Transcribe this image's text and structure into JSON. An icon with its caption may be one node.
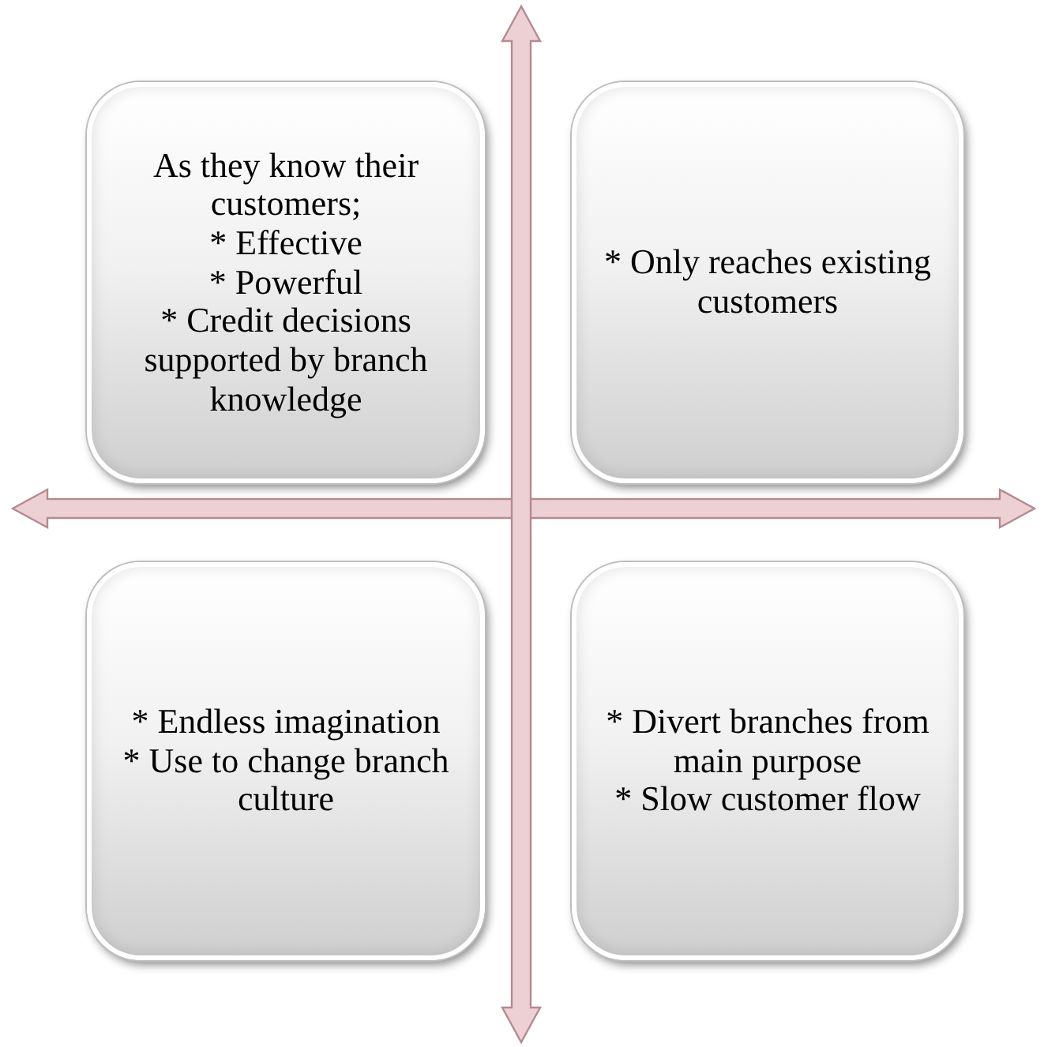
{
  "diagram": {
    "nodes": [
      {
        "text": [
          "As they know their customers;",
          "* Effective",
          "* Powerful",
          "* Credit decisions supported by branch knowledge"
        ]
      },
      {
        "text": [
          "* Only reaches existing customers"
        ]
      },
      {
        "text": [
          "* Endless imagination",
          "* Use to change branch culture"
        ]
      },
      {
        "text": [
          "* Divert branches from main purpose",
          "* Slow customer flow"
        ]
      }
    ]
  }
}
